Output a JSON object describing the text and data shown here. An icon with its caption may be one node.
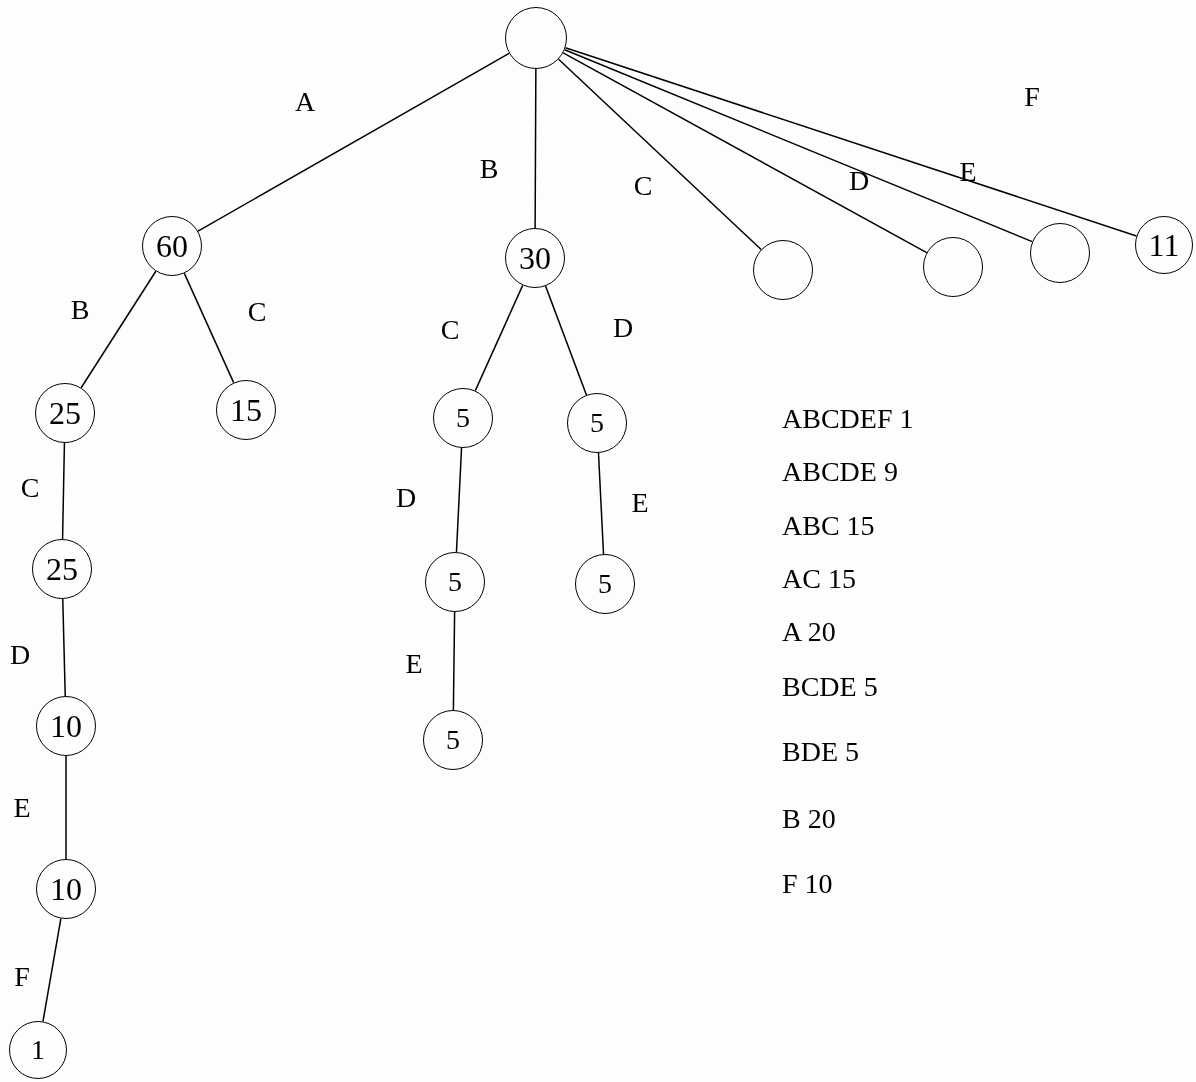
{
  "diagram": {
    "nodes": [
      {
        "text": [],
        "shape": "circle"
      },
      {
        "text": [
          "60"
        ]
      },
      {
        "text": [
          "30"
        ]
      },
      {
        "text": [],
        "shape": "circle"
      },
      {
        "text": [],
        "shape": "circle"
      },
      {
        "text": [],
        "shape": "circle"
      },
      {
        "text": [
          "11"
        ]
      },
      {
        "text": [
          "25"
        ]
      },
      {
        "text": [
          "15"
        ]
      },
      {
        "text": [
          "25"
        ]
      },
      {
        "text": [
          "10"
        ]
      },
      {
        "text": [
          "10"
        ]
      },
      {
        "text": [
          "1"
        ]
      },
      {
        "text": [
          "5"
        ]
      },
      {
        "text": [
          "5"
        ]
      },
      {
        "text": [
          "5"
        ]
      },
      {
        "text": [
          "5"
        ]
      },
      {
        "text": [
          "5"
        ]
      }
    ],
    "edges": [
      {
        "from": 0,
        "to": 1,
        "arrow": "none",
        "label": "A"
      },
      {
        "from": 0,
        "to": 2,
        "arrow": "none",
        "label": "B"
      },
      {
        "from": 0,
        "to": 3,
        "arrow": "none",
        "label": "C"
      },
      {
        "from": 0,
        "to": 4,
        "arrow": "none",
        "label": "D"
      },
      {
        "from": 0,
        "to": 5,
        "arrow": "none",
        "label": "E"
      },
      {
        "from": 0,
        "to": 6,
        "arrow": "none",
        "label": "F"
      },
      {
        "from": 1,
        "to": 7,
        "arrow": "none",
        "label": "B"
      },
      {
        "from": 1,
        "to": 8,
        "arrow": "none",
        "label": "C"
      },
      {
        "from": 7,
        "to": 9,
        "arrow": "none",
        "label": "C"
      },
      {
        "from": 9,
        "to": 10,
        "arrow": "none",
        "label": "D"
      },
      {
        "from": 10,
        "to": 11,
        "arrow": "none",
        "label": "E"
      },
      {
        "from": 11,
        "to": 12,
        "arrow": "none",
        "label": "F"
      },
      {
        "from": 2,
        "to": 13,
        "arrow": "none",
        "label": "C"
      },
      {
        "from": 2,
        "to": 14,
        "arrow": "none",
        "label": "D"
      },
      {
        "from": 13,
        "to": 15,
        "arrow": "none",
        "label": "D"
      },
      {
        "from": 14,
        "to": 16,
        "arrow": "none",
        "label": "E"
      },
      {
        "from": 15,
        "to": 17,
        "arrow": "none",
        "label": "E"
      }
    ],
    "labels": [
      "ABCDEF 1",
      "ABCDE 9",
      "ABC 15",
      "AC 15",
      "A 20",
      "BCDE 5",
      "BDE 5",
      "B 20",
      "F 10"
    ]
  }
}
